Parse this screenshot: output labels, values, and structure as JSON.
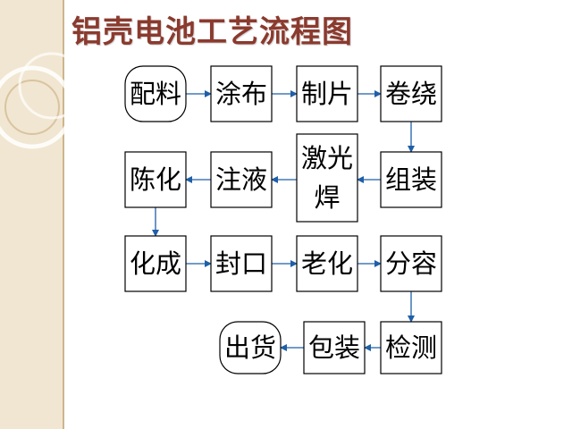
{
  "title": "铝壳电池工艺流程图",
  "colors": {
    "title": "#8b3a2e",
    "side_panel": "#f1e6d1",
    "border": "#000000",
    "arrow": "#1f5fa8"
  },
  "steps": [
    {
      "id": "peiliao",
      "label": "配料",
      "shape": "rounded"
    },
    {
      "id": "tubu",
      "label": "涂布",
      "shape": "rect"
    },
    {
      "id": "zhipian",
      "label": "制片",
      "shape": "rect"
    },
    {
      "id": "juanrao",
      "label": "卷绕",
      "shape": "rect"
    },
    {
      "id": "zuzhuang",
      "label": "组装",
      "shape": "rect"
    },
    {
      "id": "jiguanghan",
      "label": "激光焊",
      "line1": "激光",
      "line2": "焊",
      "shape": "rect"
    },
    {
      "id": "zhuye",
      "label": "注液",
      "shape": "rect"
    },
    {
      "id": "chenhua",
      "label": "陈化",
      "shape": "rect"
    },
    {
      "id": "huacheng",
      "label": "化成",
      "shape": "rect"
    },
    {
      "id": "fengkou",
      "label": "封口",
      "shape": "rect"
    },
    {
      "id": "laohua",
      "label": "老化",
      "shape": "rect"
    },
    {
      "id": "fenrong",
      "label": "分容",
      "shape": "rect"
    },
    {
      "id": "jiance",
      "label": "检测",
      "shape": "rect"
    },
    {
      "id": "baozhuang",
      "label": "包装",
      "shape": "rect"
    },
    {
      "id": "chuhuo",
      "label": "出货",
      "shape": "rounded"
    }
  ],
  "flow": [
    [
      "peiliao",
      "tubu"
    ],
    [
      "tubu",
      "zhipian"
    ],
    [
      "zhipian",
      "juanrao"
    ],
    [
      "juanrao",
      "zuzhuang"
    ],
    [
      "zuzhuang",
      "jiguanghan"
    ],
    [
      "jiguanghan",
      "zhuye"
    ],
    [
      "zhuye",
      "chenhua"
    ],
    [
      "chenhua",
      "huacheng"
    ],
    [
      "huacheng",
      "fengkou"
    ],
    [
      "fengkou",
      "laohua"
    ],
    [
      "laohua",
      "fenrong"
    ],
    [
      "fenrong",
      "jiance"
    ],
    [
      "jiance",
      "baozhuang"
    ],
    [
      "baozhuang",
      "chuhuo"
    ]
  ]
}
